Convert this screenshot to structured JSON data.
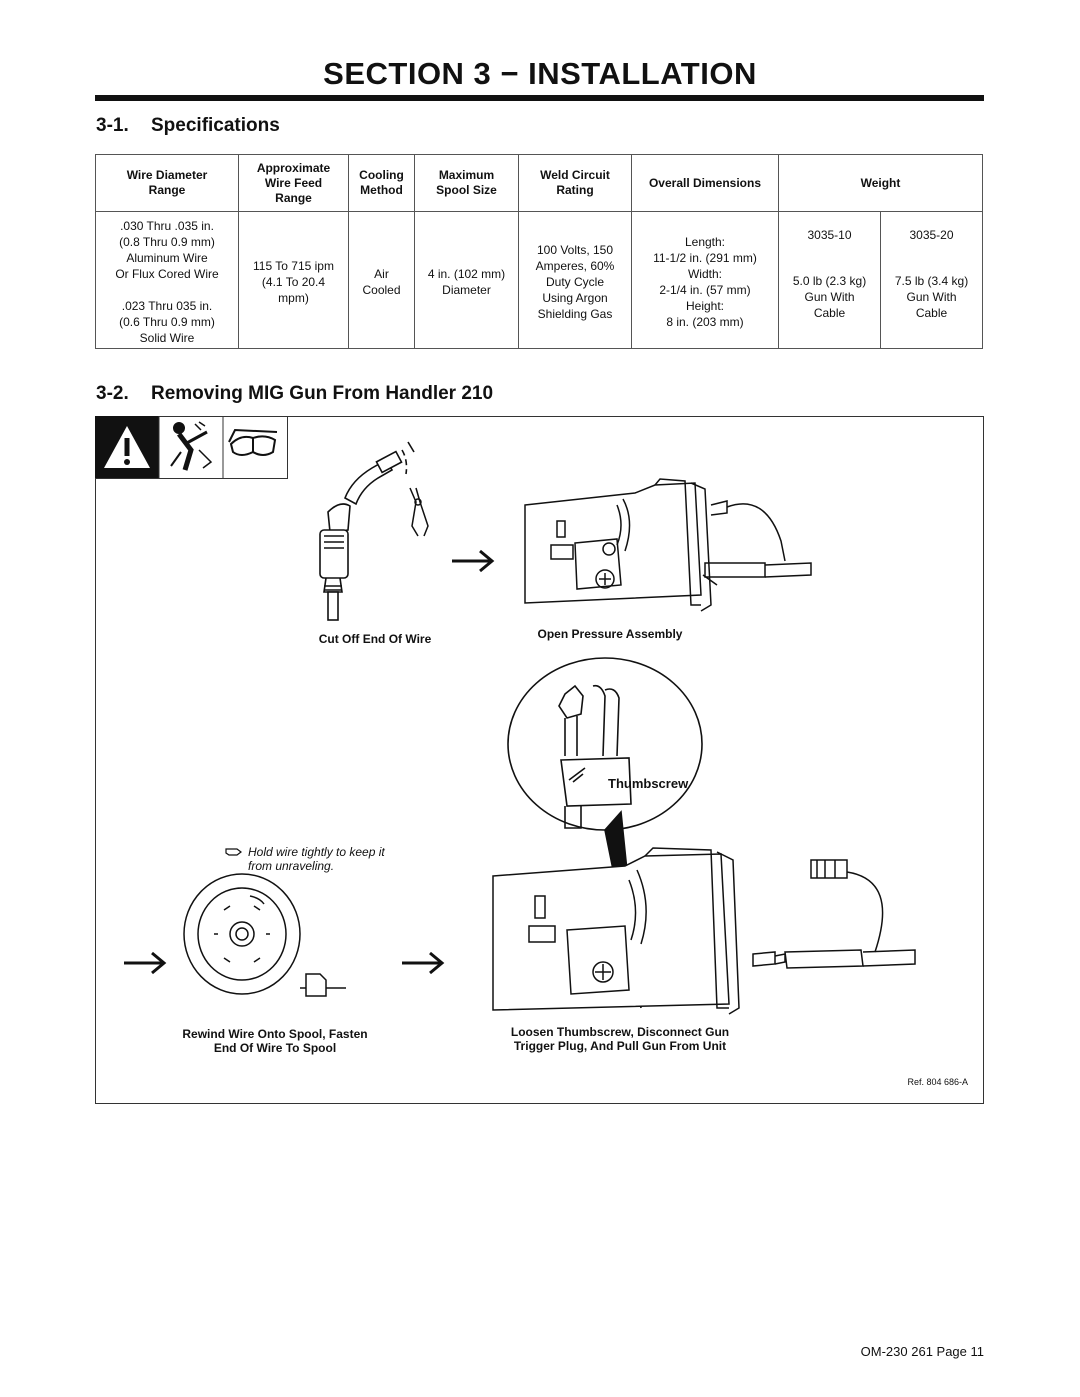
{
  "page": {
    "section_title": "SECTION 3 − INSTALLATION",
    "footer": "OM-230 261 Page 11"
  },
  "specs": {
    "number": "3-1.",
    "title": "Specifications",
    "headers": {
      "wire_diameter": [
        "Wire Diameter",
        "Range"
      ],
      "wire_feed": [
        "Approximate",
        "Wire Feed",
        "Range"
      ],
      "cooling": [
        "Cooling",
        "Method"
      ],
      "spool": [
        "Maximum",
        "Spool Size"
      ],
      "weld_circuit": [
        "Weld Circuit",
        "Rating"
      ],
      "dimensions": [
        "Overall Dimensions"
      ],
      "weight": [
        "Weight"
      ]
    },
    "row": {
      "wire_diameter": [
        ".030 Thru .035 in.",
        "(0.8 Thru 0.9 mm)",
        "Aluminum Wire",
        "Or Flux Cored Wire",
        "",
        ".023 Thru 035 in.",
        "(0.6 Thru 0.9 mm)",
        "Solid Wire"
      ],
      "wire_feed": [
        "115 To 715 ipm",
        "(4.1 To 20.4",
        "mpm)"
      ],
      "cooling": [
        "Air",
        "Cooled"
      ],
      "spool": [
        "4 in. (102 mm)",
        "Diameter"
      ],
      "weld_circuit": [
        "100 Volts, 150",
        "Amperes, 60%",
        "Duty Cycle",
        "Using Argon",
        "Shielding Gas"
      ],
      "dimensions": [
        "Length:",
        "11-1/2 in. (291 mm)",
        "Width:",
        "2-1/4 in. (57 mm)",
        "Height:",
        "8 in. (203 mm)"
      ],
      "weight_a_model": "3035-10",
      "weight_a": [
        "5.0 lb (2.3 kg)",
        "Gun With",
        "Cable"
      ],
      "weight_b_model": "3035-20",
      "weight_b": [
        "7.5 lb (3.4 kg)",
        "Gun With",
        "Cable"
      ]
    }
  },
  "removing": {
    "number": "3-2.",
    "title": "Removing MIG Gun From Handler 210",
    "captions": {
      "cut_off": "Cut Off End Of Wire",
      "open_pressure": "Open Pressure Assembly",
      "thumbscrew": "Thumbscrew",
      "note_line1": "Hold wire tightly to keep it",
      "note_line2": "from unraveling.",
      "rewind_line1": "Rewind Wire Onto Spool, Fasten",
      "rewind_line2": "End Of Wire To Spool",
      "loosen_line1": "Loosen Thumbscrew, Disconnect Gun",
      "loosen_line2": "Trigger Plug, And Pull Gun From Unit",
      "ref": "Ref. 804 686-A"
    },
    "icons": [
      "warning-icon",
      "hazard-person-icon",
      "safety-glasses-icon",
      "pointing-hand-icon",
      "arrow-right-icon"
    ]
  }
}
